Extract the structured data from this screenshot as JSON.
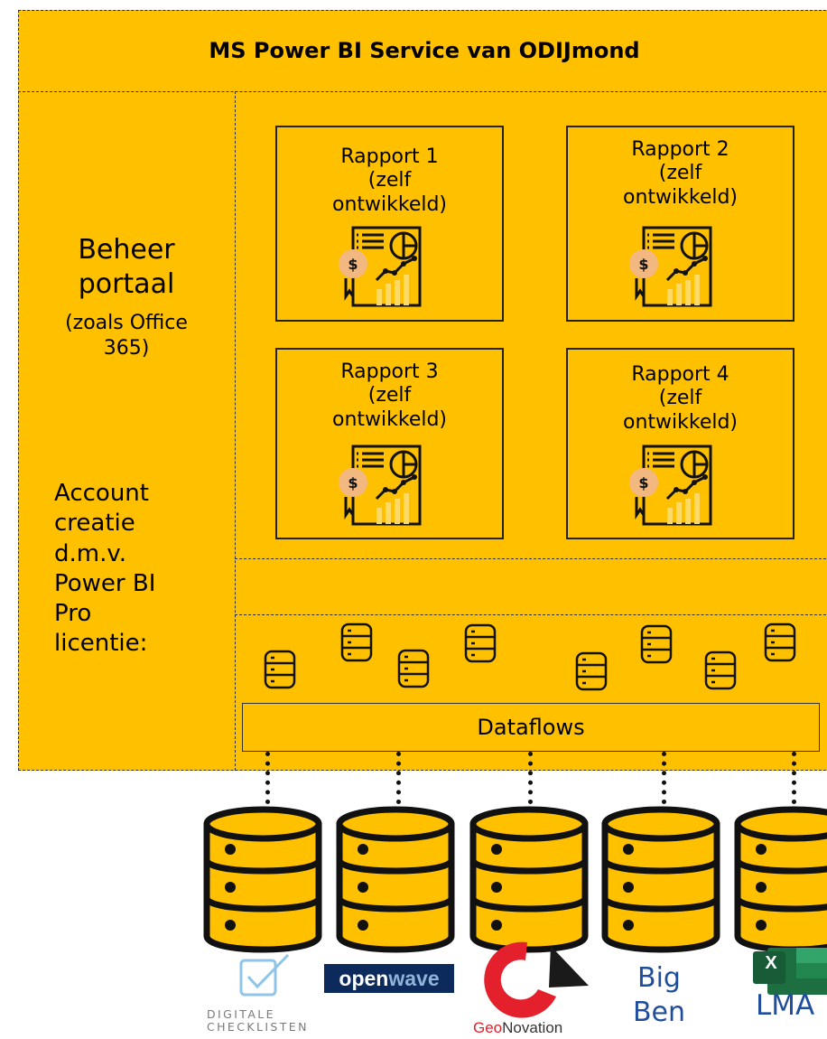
{
  "header": {
    "title": "MS Power BI Service van ODIJmond"
  },
  "left_panel": {
    "heading_line1": "Beheer",
    "heading_line2": "portaal",
    "subheading_line1": "(zoals Office",
    "subheading_line2": "365)",
    "account_lines": [
      "Account",
      "creatie",
      "d.m.v.",
      "Power BI",
      "Pro",
      "licentie:"
    ]
  },
  "reports": [
    {
      "line1": "Rapport 1",
      "line2": "(zelf",
      "line3": "ontwikkeld)"
    },
    {
      "line1": "Rapport 2",
      "line2": "(zelf",
      "line3": "ontwikkeld)"
    },
    {
      "line1": "Rapport 3",
      "line2": "(zelf",
      "line3": "ontwikkeld)"
    },
    {
      "line1": "Rapport 4",
      "line2": "(zelf",
      "line3": "ontwikkeld)"
    }
  ],
  "dataflows": {
    "label": "Dataflows"
  },
  "sources": {
    "digitale_checklisten": {
      "line1": "DIGITALE",
      "line2": "CHECKLISTEN"
    },
    "openwave": {
      "part1": "open",
      "part2": "wave"
    },
    "geonovation": {
      "part1": "Geo",
      "part2": "Novation"
    },
    "bigben": {
      "line1": "Big",
      "line2": "Ben"
    },
    "lma": {
      "label": "LMA",
      "excel_letter": "X"
    }
  },
  "colors": {
    "accent": "#ffc000",
    "db_fill": "#ffc000",
    "db_light": "#ffd966",
    "text_blue": "#1f4e9c",
    "geo_red": "#e3202b"
  }
}
